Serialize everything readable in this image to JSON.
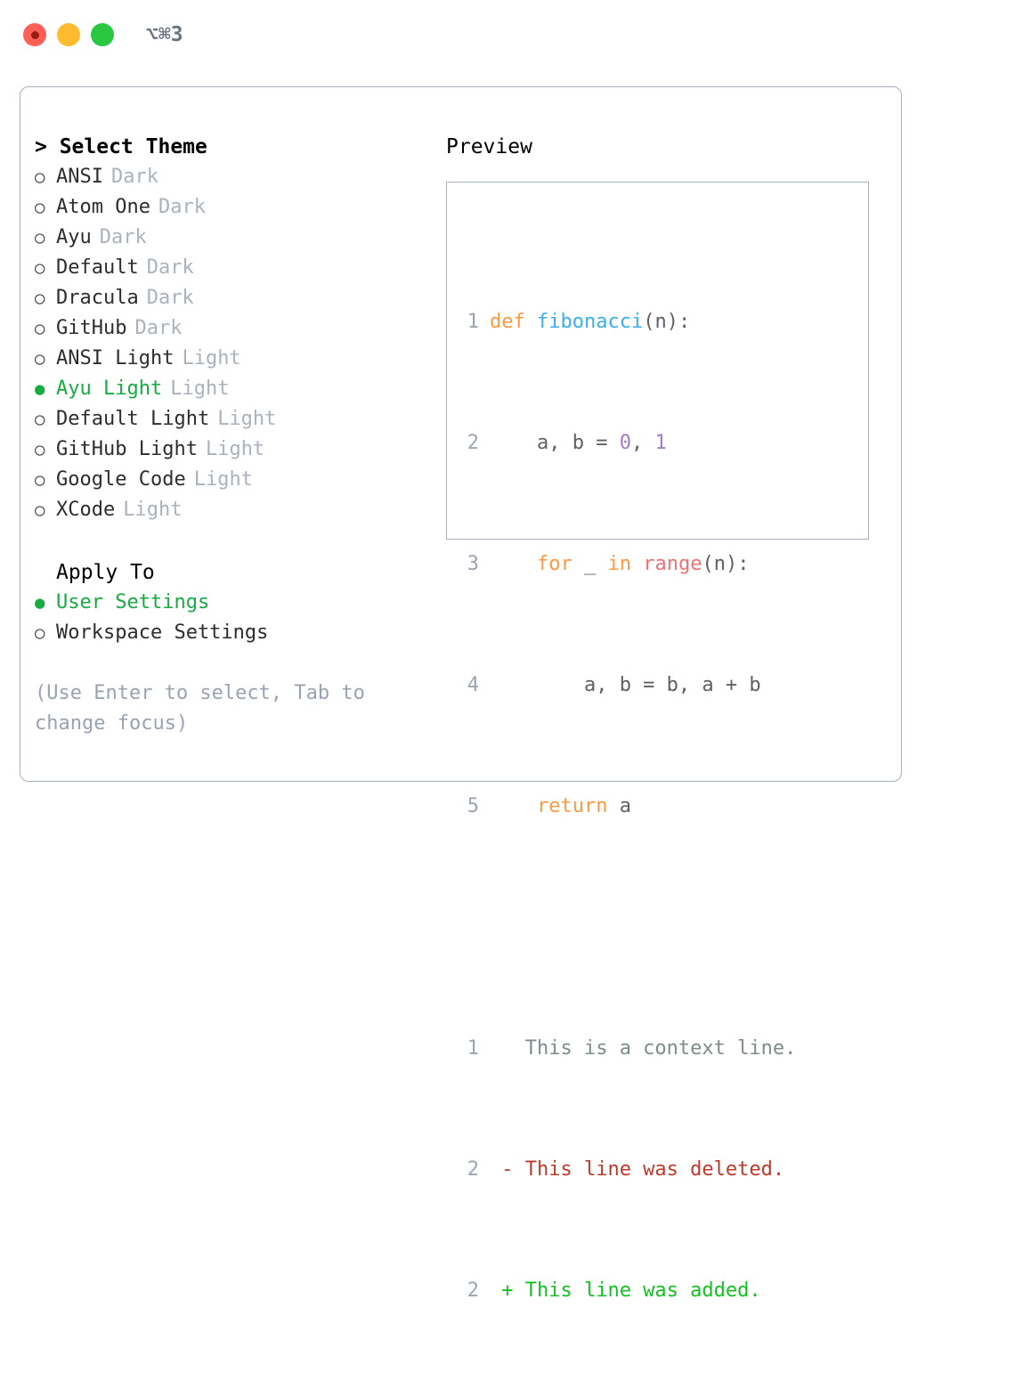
{
  "titlebar": {
    "shortcut": "⌥⌘3",
    "buttons": [
      {
        "name": "close",
        "color": "#ff5f57"
      },
      {
        "name": "minimize",
        "color": "#febb2e"
      },
      {
        "name": "maximize",
        "color": "#28c840"
      }
    ]
  },
  "theme_picker": {
    "heading": "> Select Theme",
    "items": [
      {
        "marker": "○",
        "label": "ANSI",
        "kind": "Dark",
        "selected": false
      },
      {
        "marker": "○",
        "label": "Atom One",
        "kind": "Dark",
        "selected": false
      },
      {
        "marker": "○",
        "label": "Ayu",
        "kind": "Dark",
        "selected": false
      },
      {
        "marker": "○",
        "label": "Default",
        "kind": "Dark",
        "selected": false
      },
      {
        "marker": "○",
        "label": "Dracula",
        "kind": "Dark",
        "selected": false
      },
      {
        "marker": "○",
        "label": "GitHub",
        "kind": "Dark",
        "selected": false
      },
      {
        "marker": "○",
        "label": "ANSI Light",
        "kind": "Light",
        "selected": false
      },
      {
        "marker": "●",
        "label": "Ayu Light",
        "kind": "Light",
        "selected": true
      },
      {
        "marker": "○",
        "label": "Default Light",
        "kind": "Light",
        "selected": false
      },
      {
        "marker": "○",
        "label": "GitHub Light",
        "kind": "Light",
        "selected": false
      },
      {
        "marker": "○",
        "label": "Google Code",
        "kind": "Light",
        "selected": false
      },
      {
        "marker": "○",
        "label": "XCode",
        "kind": "Light",
        "selected": false
      }
    ]
  },
  "apply_to": {
    "heading": "Apply To",
    "items": [
      {
        "marker": "●",
        "label": "User Settings",
        "selected": true
      },
      {
        "marker": "○",
        "label": "Workspace Settings",
        "selected": false
      }
    ]
  },
  "hint": "(Use Enter to select, Tab to change focus)",
  "preview": {
    "heading": "Preview",
    "code_lines": [
      {
        "no": "1",
        "tokens": [
          {
            "t": "def ",
            "c": "t-key"
          },
          {
            "t": "fibonacci",
            "c": "t-fn"
          },
          {
            "t": "(n):",
            "c": "t-plain"
          }
        ]
      },
      {
        "no": "2",
        "tokens": [
          {
            "t": "    a, b = ",
            "c": "t-plain"
          },
          {
            "t": "0",
            "c": "t-num"
          },
          {
            "t": ", ",
            "c": "t-plain"
          },
          {
            "t": "1",
            "c": "t-num"
          }
        ]
      },
      {
        "no": "3",
        "tokens": [
          {
            "t": "    ",
            "c": "t-plain"
          },
          {
            "t": "for",
            "c": "t-key"
          },
          {
            "t": " _ ",
            "c": "t-plain"
          },
          {
            "t": "in",
            "c": "t-key"
          },
          {
            "t": " ",
            "c": "t-plain"
          },
          {
            "t": "range",
            "c": "t-call"
          },
          {
            "t": "(n):",
            "c": "t-plain"
          }
        ]
      },
      {
        "no": "4",
        "tokens": [
          {
            "t": "        a, b = b, a + b",
            "c": "t-plain"
          }
        ]
      },
      {
        "no": "5",
        "tokens": [
          {
            "t": "    ",
            "c": "t-plain"
          },
          {
            "t": "return",
            "c": "t-key"
          },
          {
            "t": " a",
            "c": "t-plain"
          }
        ]
      }
    ],
    "diff_lines": [
      {
        "no": "1",
        "tokens": [
          {
            "t": "   This is a context line.",
            "c": "t-ctx"
          }
        ]
      },
      {
        "no": "2",
        "tokens": [
          {
            "t": " - This line was deleted.",
            "c": "t-del"
          }
        ]
      },
      {
        "no": "2",
        "tokens": [
          {
            "t": " + This line was added.",
            "c": "t-add"
          }
        ]
      }
    ]
  },
  "colors": {
    "accent_selected": "#17ab42",
    "muted_text": "#aab2bd",
    "hint_text": "#9aa3b2",
    "border": "#a6b0bf",
    "keyword": "#ff9940",
    "function": "#39afee",
    "call": "#f07171",
    "number": "#a37acc",
    "plain": "#5c6166",
    "line_number": "#9aa5b1",
    "diff_add": "#11c321",
    "diff_del": "#c0392b"
  }
}
